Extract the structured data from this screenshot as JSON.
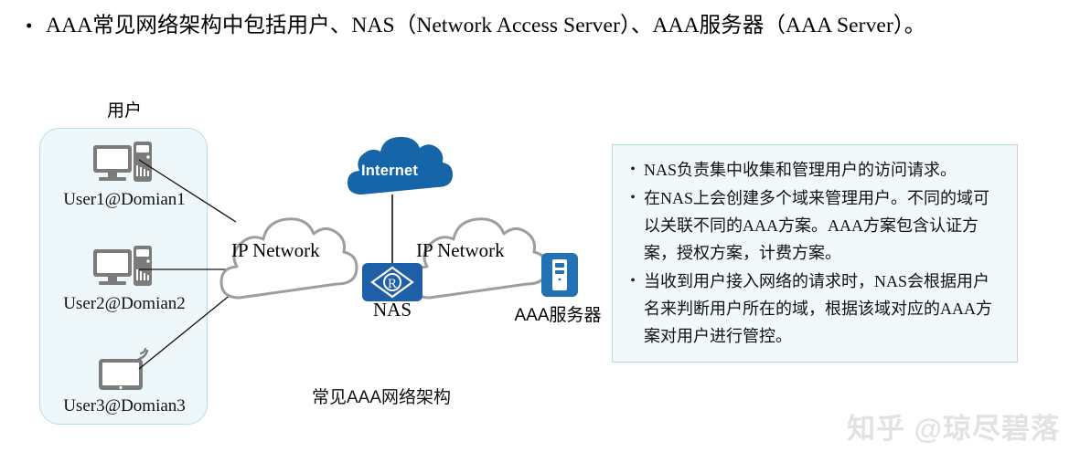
{
  "header": {
    "bullet": "•",
    "text": "AAA常见网络架构中包括用户、NAS（Network Access Server）、AAA服务器（AAA Server）。"
  },
  "users_group": {
    "label": "用户",
    "users": [
      {
        "caption": "User1@Domian1",
        "icon": "desktop-pc-icon"
      },
      {
        "caption": "User2@Domian2",
        "icon": "desktop-pc-icon"
      },
      {
        "caption": "User3@Domian3",
        "icon": "tablet-wifi-icon"
      }
    ]
  },
  "diagram": {
    "caption": "常见AAA网络架构",
    "internet_cloud": {
      "label": "Internet",
      "color": "#1565a8"
    },
    "ip_network_left": {
      "label": "IP Network",
      "color": "#9e9e9e"
    },
    "ip_network_right": {
      "label": "IP Network",
      "color": "#9e9e9e"
    },
    "nas": {
      "label": "NAS",
      "icon": "router-r-icon",
      "color": "#1f5fa8"
    },
    "aaa_server": {
      "label": "AAA服务器",
      "icon": "server-tower-icon",
      "color": "#2272b4"
    }
  },
  "info_panel": {
    "bullet": "•",
    "items": [
      "NAS负责集中收集和管理用户的访问请求。",
      "在NAS上会创建多个域来管理用户。不同的域可以关联不同的AAA方案。AAA方案包含认证方案，授权方案，计费方案。",
      "当收到用户接入网络的请求时，NAS会根据用户名来判断用户所在的域，根据该域对应的AAA方案对用户进行管控。"
    ]
  },
  "watermark": {
    "text": "知乎 @琼尽碧落"
  }
}
